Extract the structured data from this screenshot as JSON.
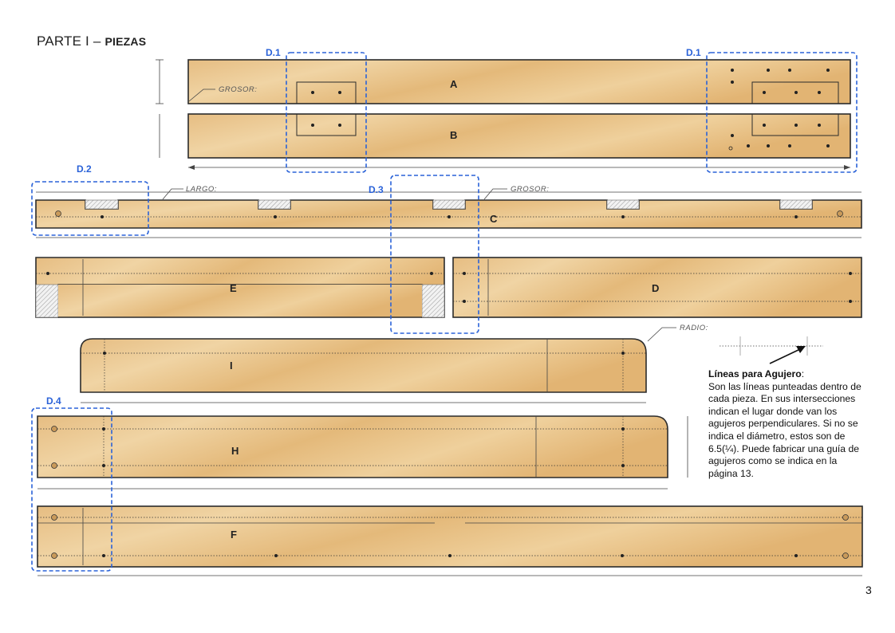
{
  "header": {
    "part": "PARTE I",
    "dash": "–",
    "subtitle": "PIEZAS"
  },
  "labels": {
    "grosor": "GROSOR:",
    "largo": "LARGO:",
    "radio": "RADIO:"
  },
  "details": {
    "d1": "D.1",
    "d2": "D.2",
    "d3": "D.3",
    "d4": "D.4"
  },
  "pieces": {
    "a": "A",
    "b": "B",
    "c": "C",
    "d": "D",
    "e": "E",
    "f": "F",
    "h": "H",
    "i": "I"
  },
  "note": {
    "title": "Líneas para Agujero",
    "colon": ":",
    "body": "Son las líneas punteadas dentro de cada pieza. En sus intersecciones indican el lugar donde van los agujeros perpendiculares. Si no se indica el diámetro, estos son de 6.5(¼). Puede fabricar una guía de agujeros como se indica en la página 13."
  },
  "page_number": "3",
  "colors": {
    "wood": "#e9c58e",
    "wood_dark": "#d9ad6c",
    "outline": "#2b2b2b",
    "detail": "#2a62d8"
  }
}
